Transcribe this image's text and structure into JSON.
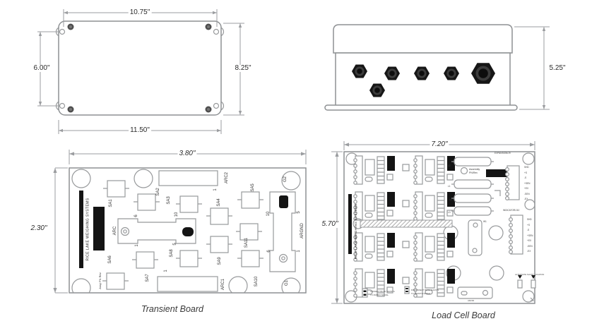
{
  "enclosure_top": {
    "dim_top": "10.75\"",
    "dim_left": "6.00\"",
    "dim_right": "8.25\"",
    "dim_bottom": "11.50\""
  },
  "enclosure_side": {
    "dim_height": "5.25\""
  },
  "transient_board": {
    "caption": "Transient Board",
    "dim_width": "3.80\"",
    "dim_height": "2.30\"",
    "brand": "RICE LAKE WEIGHING SYSTEMS",
    "assy_label": "Assy PN Rev",
    "refs": {
      "sa1": "SA1",
      "sa2": "SA2",
      "sa3": "SA3",
      "sa4": "SA4",
      "sa5": "SA5",
      "sa6": "SA6",
      "sa7": "SA7",
      "sa8": "SA8",
      "sa9": "SA9",
      "sa10": "SA10",
      "sa11": "SA11",
      "arc": "ARC",
      "arc1": "ARC1",
      "arc2": "ARC2",
      "argnd": "ARGND",
      "g1": "G1",
      "g2": "G2"
    },
    "pins": {
      "arc_top_left": "6",
      "arc_top_right": "10",
      "arc_bottom_left": "1",
      "arc_bottom_right": "5",
      "argnd_top_left": "10",
      "argnd_top_right": "5",
      "argnd_bottom_left": "6",
      "argnd_bottom_right": "1",
      "arc1_pin1": "1",
      "arc2_pin1": "1"
    }
  },
  "load_cell_board": {
    "caption": "Load Cell Board",
    "dim_width": "7.20\"",
    "dim_height": "5.70\"",
    "brand": "RICE LAKE WEIGHING SYSTEMS",
    "assembly_line1": "Assembly",
    "assembly_line2": "PN/Rev",
    "expansion_label": "EXPANSION/J9",
    "indicator_label": "INDICATOR/J10",
    "pin_labels": [
      "SHD",
      "+S",
      "-S",
      "+SEN",
      "+EX",
      "-SEN",
      "-EX"
    ],
    "refs": {
      "l2": "L2",
      "l1": "L1",
      "l4": "L4",
      "l3": "L3",
      "w1": "W1",
      "w2": "AR200"
    },
    "notes": {
      "matrix_line1": "CONNECT BOTH SHUNTS",
      "matrix_line2": "TO MATRIX SIGNAL",
      "remote_line1": "DISCONNECT BOTH SHUNTS",
      "remote_line2": "TO REMOTE SIGNAL",
      "alt_shunt": "ALTERNATE SHUNT LOCATION"
    }
  }
}
